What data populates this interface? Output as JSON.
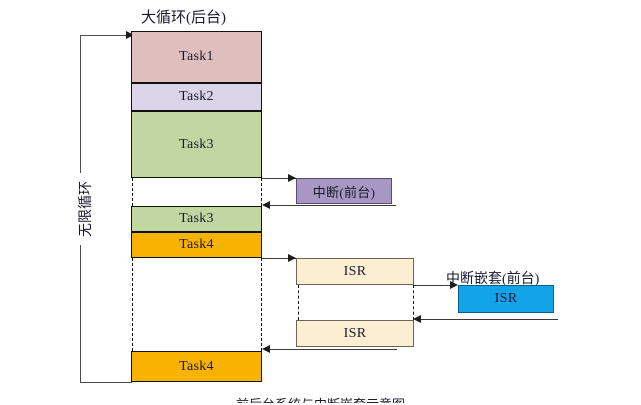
{
  "diagram": {
    "title_background_loop": "大循环(后台)",
    "label_infinite_loop": "无限循环",
    "label_interrupt_foreground": "中断(前台)",
    "label_nested_interrupt_foreground": "中断嵌套(前台)",
    "caption_bottom": "前后台系统与中断嵌套示意图"
  },
  "tasks": [
    {
      "label": "Task1",
      "color": "#debfbd"
    },
    {
      "label": "Task2",
      "color": "#d9d4e7"
    },
    {
      "label": "Task3",
      "color": "#c1d6a1"
    },
    {
      "label": "Task3",
      "color": "#c1d6a1"
    },
    {
      "label": "Task4",
      "color": "#f8b300"
    },
    {
      "label": "Task4",
      "color": "#f8b300"
    }
  ],
  "isr_boxes": [
    {
      "label": "ISR",
      "color": "#fceed0"
    },
    {
      "label": "ISR",
      "color": "#fceed0"
    }
  ],
  "interrupt_box": {
    "label": "中断(前台)",
    "color": "#a797c2"
  },
  "nested_isr_box": {
    "label": "ISR",
    "color": "#13a3e8"
  },
  "colors": {
    "task1": "#debfbd",
    "task2": "#d9d4e7",
    "task3": "#c1d6a1",
    "task4": "#f8b300",
    "isr": "#fceed0",
    "interrupt": "#a797c2",
    "nested_isr": "#13a3e8",
    "line": "#3a3a3a"
  }
}
